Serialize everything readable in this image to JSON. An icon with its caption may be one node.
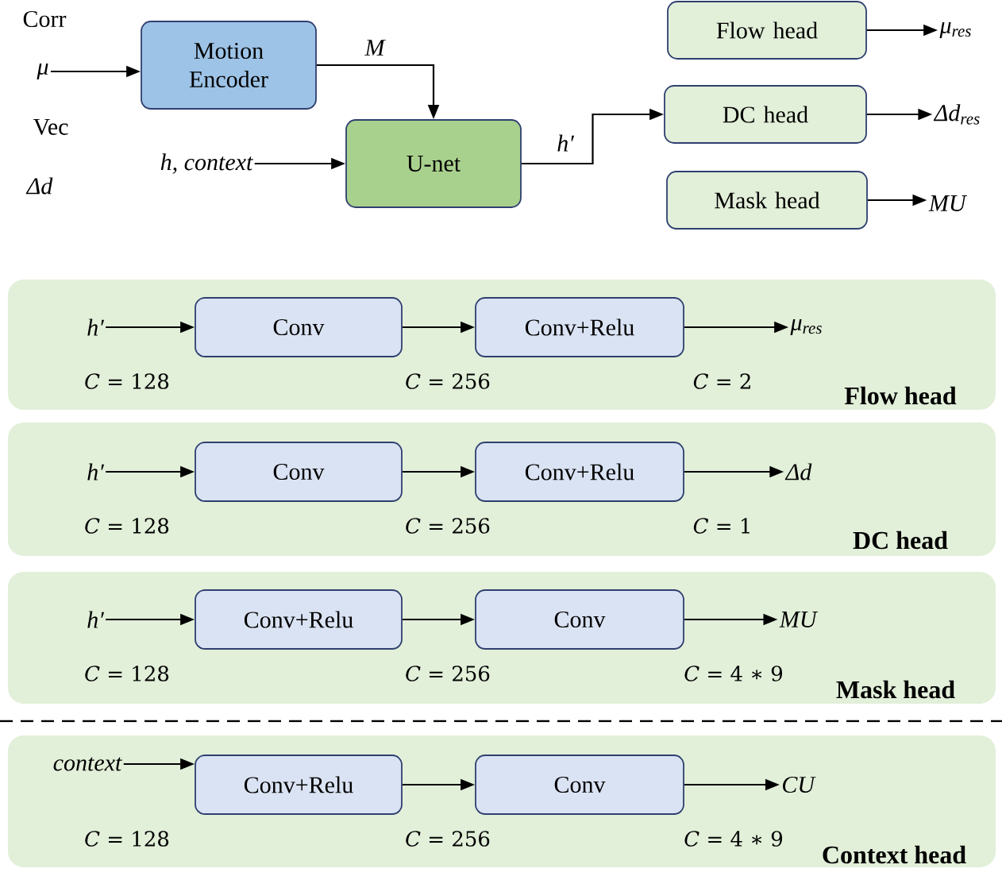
{
  "diagram": {
    "nodes": [
      {
        "text": [
          "Motion Encoder"
        ]
      },
      {
        "text": [
          "μ"
        ]
      },
      {
        "text": [
          "h, context"
        ]
      },
      {
        "text": [
          "U-net"
        ]
      },
      {
        "text": [
          "Flow head"
        ]
      },
      {
        "text": [
          "DC head"
        ]
      },
      {
        "text": [
          "Mask head"
        ]
      },
      {
        "text": [
          "μ$_{res}$"
        ]
      },
      {
        "text": [
          "Δd$_{res}$"
        ]
      },
      {
        "text": [
          "*MU*"
        ]
      },
      {
        "text": [
          "Flow head"
        ]
      },
      {
        "text": [
          "h′"
        ],
        "in": 10
      },
      {
        "text": [
          "Conv"
        ],
        "in": 10
      },
      {
        "text": [
          "Conv+Relu"
        ],
        "in": 10
      },
      {
        "text": [
          "μ$_{res}$"
        ],
        "in": 10
      },
      {
        "text": [
          "DC head"
        ]
      },
      {
        "text": [
          "h′"
        ],
        "in": 15
      },
      {
        "text": [
          "Conv"
        ],
        "in": 15
      },
      {
        "text": [
          "Conv+Relu"
        ],
        "in": 15
      },
      {
        "text": [
          "Δd"
        ],
        "in": 15
      },
      {
        "text": [
          "Mask head"
        ]
      },
      {
        "text": [
          "h′"
        ],
        "in": 20
      },
      {
        "text": [
          "Conv+Relu"
        ],
        "in": 20
      },
      {
        "text": [
          "Conv"
        ],
        "in": 20
      },
      {
        "text": [
          "*MU*"
        ],
        "in": 20
      },
      {
        "text": [
          "Context head"
        ]
      },
      {
        "text": [
          "context"
        ],
        "in": 25
      },
      {
        "text": [
          "Conv+Relu"
        ],
        "in": 25
      },
      {
        "text": [
          "Conv"
        ],
        "in": 25
      },
      {
        "text": [
          "*CU*"
        ],
        "in": 25
      }
    ],
    "edges": [
      {
        "from": 1,
        "to": 0,
        "arrow": "to"
      },
      {
        "from": 0,
        "to": 3,
        "arrow": "to",
        "label": "M"
      },
      {
        "from": 2,
        "to": 3,
        "arrow": "to"
      },
      {
        "from": 3,
        "to": 5,
        "arrow": "to",
        "label": "h′"
      },
      {
        "from": 4,
        "to": 7,
        "arrow": "to"
      },
      {
        "from": 5,
        "to": 8,
        "arrow": "to"
      },
      {
        "from": 6,
        "to": 9,
        "arrow": "to"
      },
      {
        "from": 11,
        "to": 12,
        "arrow": "to"
      },
      {
        "from": 12,
        "to": 13,
        "arrow": "to"
      },
      {
        "from": 13,
        "to": 14,
        "arrow": "to"
      },
      {
        "from": 16,
        "to": 17,
        "arrow": "to"
      },
      {
        "from": 17,
        "to": 18,
        "arrow": "to"
      },
      {
        "from": 18,
        "to": 19,
        "arrow": "to"
      },
      {
        "from": 21,
        "to": 22,
        "arrow": "to"
      },
      {
        "from": 22,
        "to": 23,
        "arrow": "to"
      },
      {
        "from": 23,
        "to": 24,
        "arrow": "to"
      },
      {
        "from": 26,
        "to": 27,
        "arrow": "to"
      },
      {
        "from": 27,
        "to": 28,
        "arrow": "to"
      },
      {
        "from": 28,
        "to": 29,
        "arrow": "to"
      }
    ],
    "labels": [
      "Corr",
      "Vec",
      "Δd",
      "*C* = 128",
      "*C* = 256",
      "*C* = 2",
      "*C* = 128",
      "*C* = 256",
      "*C* = 1",
      "*C* = 128",
      "*C* = 256",
      "*C* = 4 ∗ 9",
      "*C* = 128",
      "*C* = 256",
      "*C* = 4 ∗ 9"
    ]
  }
}
